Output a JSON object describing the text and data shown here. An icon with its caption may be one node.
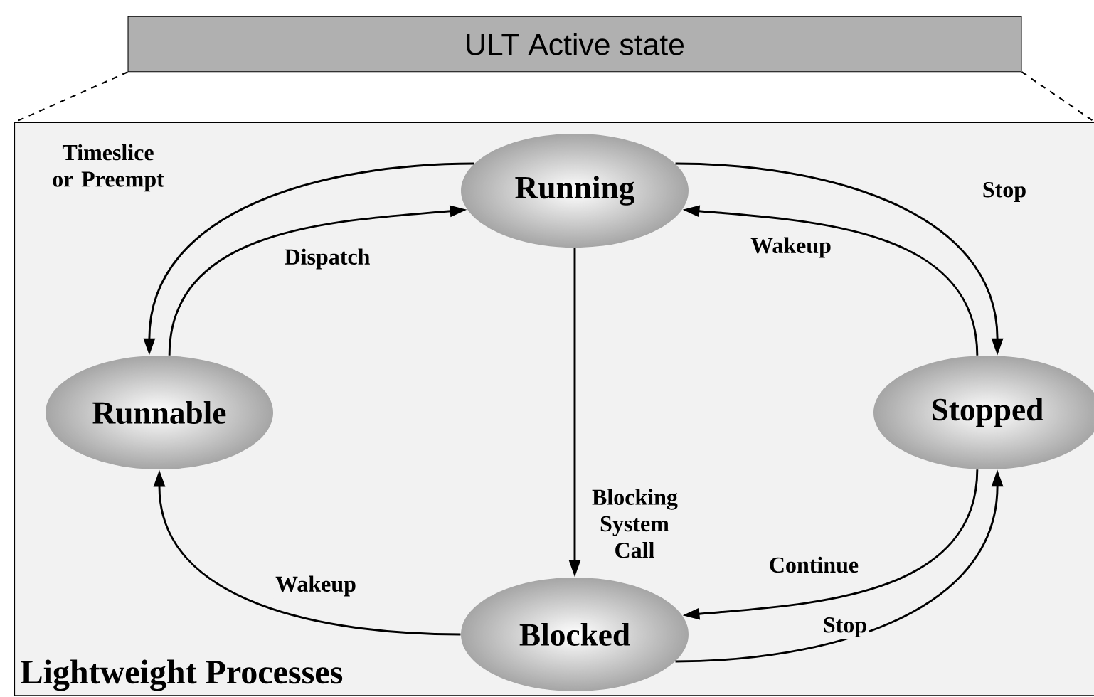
{
  "diagram": {
    "nodes": [
      {
        "text": [
          "ULT Active state"
        ]
      },
      {
        "text": [
          "Lightweight Processes"
        ]
      },
      {
        "text": [
          "Running"
        ],
        "in": 1
      },
      {
        "text": [
          "Runnable"
        ],
        "in": 1
      },
      {
        "text": [
          "Stopped"
        ],
        "in": 1
      },
      {
        "text": [
          "Blocked"
        ],
        "in": 1
      }
    ],
    "edges": [
      {
        "from": 0,
        "to": 1,
        "arrow": "none",
        "style": "dashed"
      },
      {
        "from": 0,
        "to": 1,
        "arrow": "none",
        "style": "dashed"
      },
      {
        "from": 2,
        "to": 3,
        "arrow": "to",
        "label": "Timeslice or Preempt"
      },
      {
        "from": 3,
        "to": 2,
        "arrow": "to",
        "label": "Dispatch"
      },
      {
        "from": 2,
        "to": 4,
        "arrow": "to",
        "label": "Stop"
      },
      {
        "from": 4,
        "to": 2,
        "arrow": "to",
        "label": "Wakeup"
      },
      {
        "from": 2,
        "to": 5,
        "arrow": "to",
        "label": "Blocking System Call"
      },
      {
        "from": 5,
        "to": 3,
        "arrow": "to",
        "label": "Wakeup"
      },
      {
        "from": 4,
        "to": 5,
        "arrow": "to",
        "label": "Continue"
      },
      {
        "from": 5,
        "to": 4,
        "arrow": "to",
        "label": "Stop"
      }
    ]
  }
}
